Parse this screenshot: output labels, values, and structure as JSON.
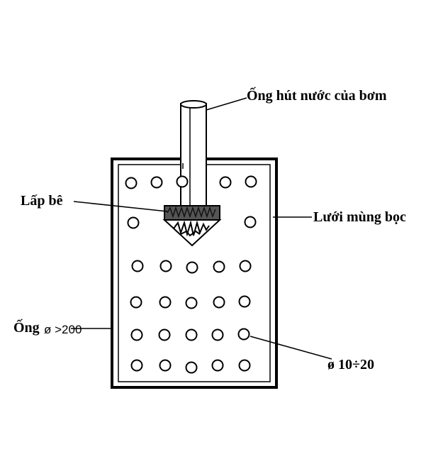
{
  "labels": {
    "suction_pipe": "Ống hút nước của bơm",
    "cap": "Lấp bê",
    "mesh": "Lưới mùng bọc",
    "pipe_main": "Ống",
    "pipe_diameter": "ø >200",
    "hole_diameter": "ø 10÷20"
  },
  "colors": {
    "stroke": "#000000",
    "background": "#ffffff",
    "cap_fill": "#555555"
  }
}
